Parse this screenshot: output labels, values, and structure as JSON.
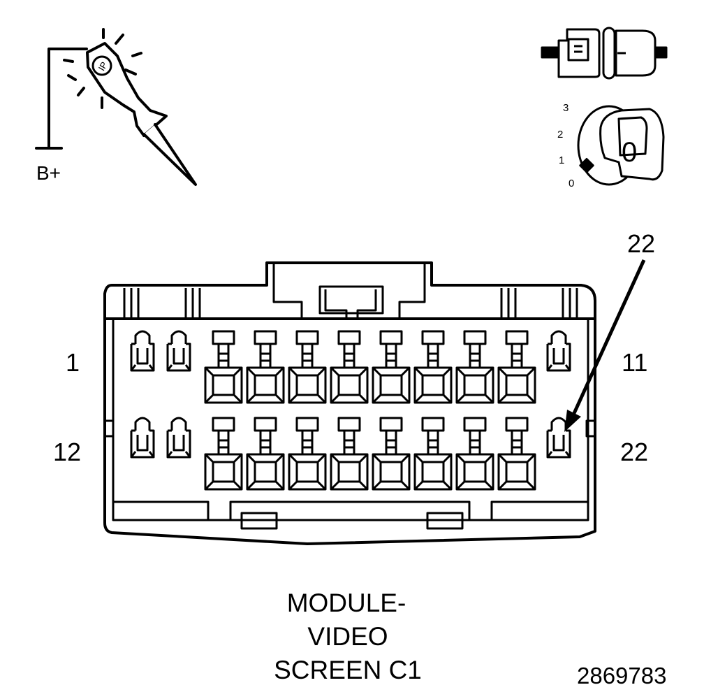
{
  "probe": {
    "supply_label": "B+",
    "tip_mark": "IP",
    "icon": "test-light-probe-icon"
  },
  "ignition": {
    "positions": [
      "3",
      "2",
      "1",
      "0"
    ],
    "key_position": "0",
    "connector_icon": "connector-disconnect-icon",
    "switch_icon": "ignition-key-icon"
  },
  "connector": {
    "pin_labels": {
      "top_left": "1",
      "top_right": "11",
      "bottom_left": "12",
      "bottom_right": "22"
    },
    "callout_pin": "22",
    "rows": 2,
    "pins_per_row": 11
  },
  "caption": {
    "line1": "MODULE-",
    "line2": "VIDEO",
    "line3": "SCREEN C1"
  },
  "document_number": "2869783",
  "colors": {
    "line": "#000000",
    "background": "#ffffff"
  }
}
